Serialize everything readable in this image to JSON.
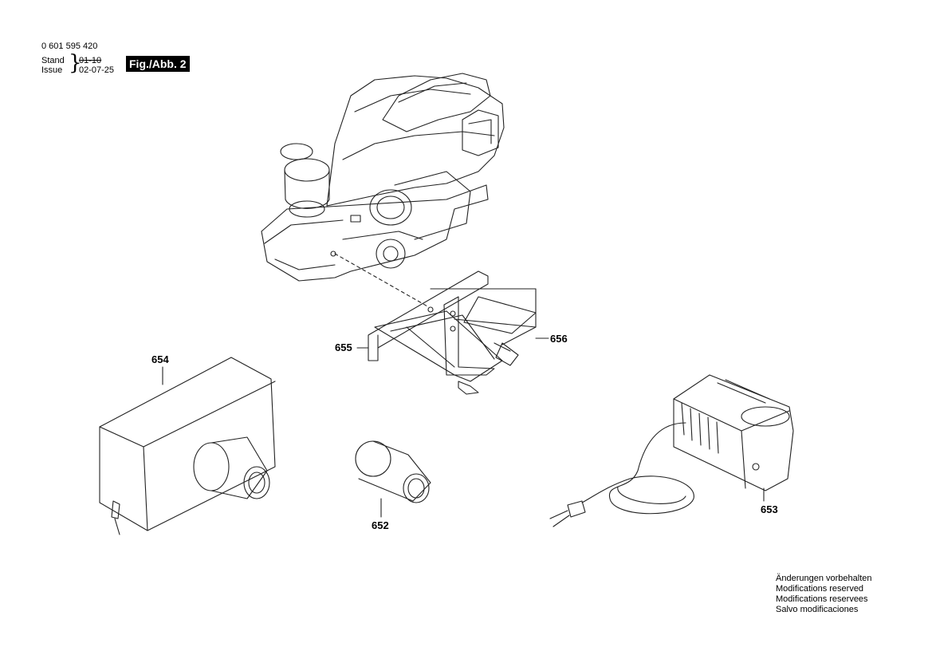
{
  "header": {
    "part_number": "0 601 595 420",
    "stand_label": "Stand",
    "issue_label": "Issue",
    "stand_value": "01-10",
    "issue_value": "02-07-25",
    "figure_label": "Fig./Abb. 2"
  },
  "callouts": {
    "p652": "652",
    "p653": "653",
    "p654": "654",
    "p655": "655",
    "p656": "656"
  },
  "footer_notes": [
    "Änderungen vorbehalten",
    "Modifications reserved",
    "Modifications reservees",
    "Salvo modificaciones"
  ]
}
